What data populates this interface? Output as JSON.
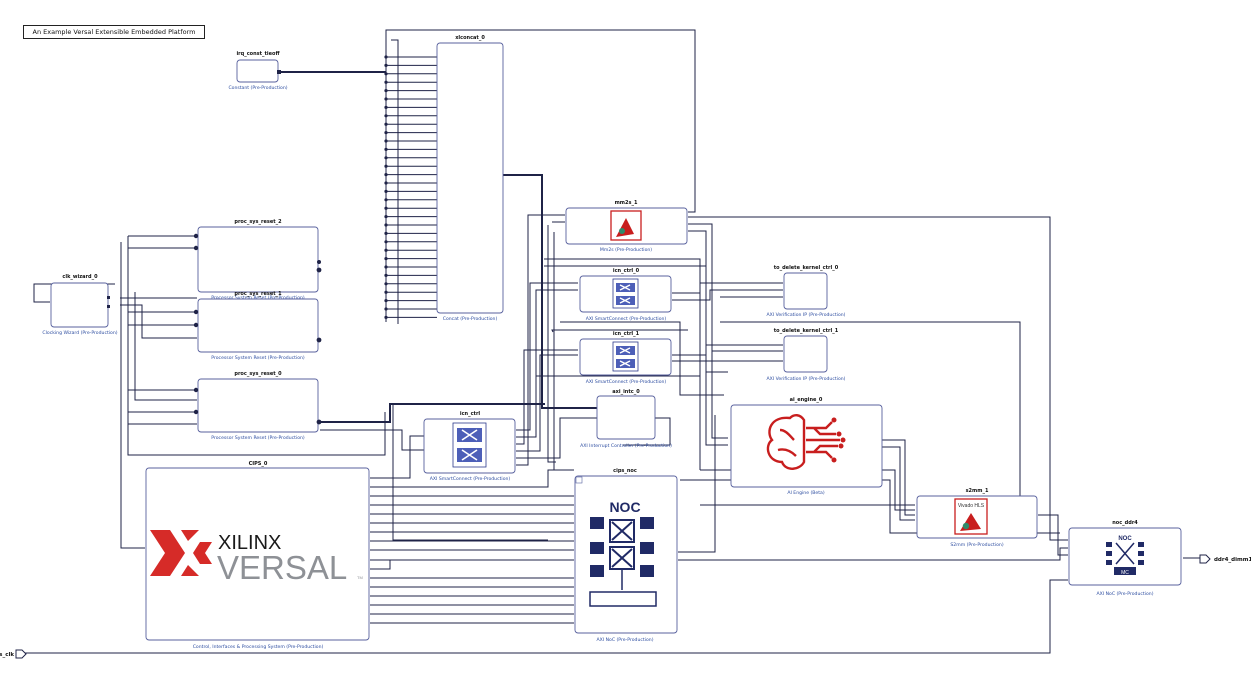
{
  "title": "An Example Versal Extensible Embedded Platform",
  "blocks": {
    "irq_const": {
      "name": "irq_const_tieoff",
      "sub": "Constant (Pre-Production)"
    },
    "xlconcat": {
      "name": "xlconcat_0",
      "sub": "Concat (Pre-Production)"
    },
    "clk_wizard": {
      "name": "clk_wizard_0",
      "sub": "Clocking Wizard (Pre-Production)"
    },
    "rst2": {
      "name": "proc_sys_reset_2",
      "sub": "Processor System Reset (Pre-Production)"
    },
    "rst1": {
      "name": "proc_sys_reset_1",
      "sub": "Processor System Reset (Pre-Production)"
    },
    "rst0": {
      "name": "proc_sys_reset_0",
      "sub": "Processor System Reset (Pre-Production)"
    },
    "mm2s": {
      "name": "mm2s_1",
      "sub": "Mm2s (Pre-Production)"
    },
    "icn_ctrl_0": {
      "name": "icn_ctrl_0",
      "sub": "AXI SmartConnect (Pre-Production)"
    },
    "icn_ctrl_1": {
      "name": "icn_ctrl_1",
      "sub": "AXI SmartConnect (Pre-Production)"
    },
    "to_delete_0": {
      "name": "to_delete_kernel_ctrl_0",
      "sub": "AXI Verification IP (Pre-Production)"
    },
    "to_delete_1": {
      "name": "to_delete_kernel_ctrl_1",
      "sub": "AXI Verification IP (Pre-Production)"
    },
    "axi_intc": {
      "name": "axi_intc_0",
      "sub": "AXI Interrupt Controller (Pre-Production)"
    },
    "icn_ctrl": {
      "name": "icn_ctrl",
      "sub": "AXI SmartConnect (Pre-Production)"
    },
    "ai_engine": {
      "name": "ai_engine_0",
      "sub": "AI Engine (Beta)"
    },
    "cips": {
      "name": "CIPS_0",
      "sub": "Control, Interfaces & Processing System (Pre-Production)"
    },
    "cips_noc": {
      "name": "cips_noc",
      "sub": "AXI NoC (Pre-Production)"
    },
    "s2mm": {
      "name": "s2mm_1",
      "sub": "S2mm (Pre-Production)"
    },
    "noc_ddr4": {
      "name": "noc_ddr4",
      "sub": "AXI NoC (Pre-Production)"
    }
  },
  "logos": {
    "xilinx": "XILINX",
    "versal": "VERSAL",
    "tm": "TM",
    "noc": "NOC",
    "noc_small": "NOC",
    "mc": "MC",
    "hls": "Vivado HLS"
  },
  "ports": {
    "ddr4_out": "ddr4_dimm1",
    "sys_clk_in": "sys_clk"
  },
  "colors": {
    "wire": "#1f2347",
    "block_border": "#58619e",
    "label_blue": "#2d4da0",
    "xilinx_red": "#d62b28",
    "versal_gray": "#8e9196",
    "noc_navy": "#202a66",
    "ai_red": "#c81e1e"
  }
}
